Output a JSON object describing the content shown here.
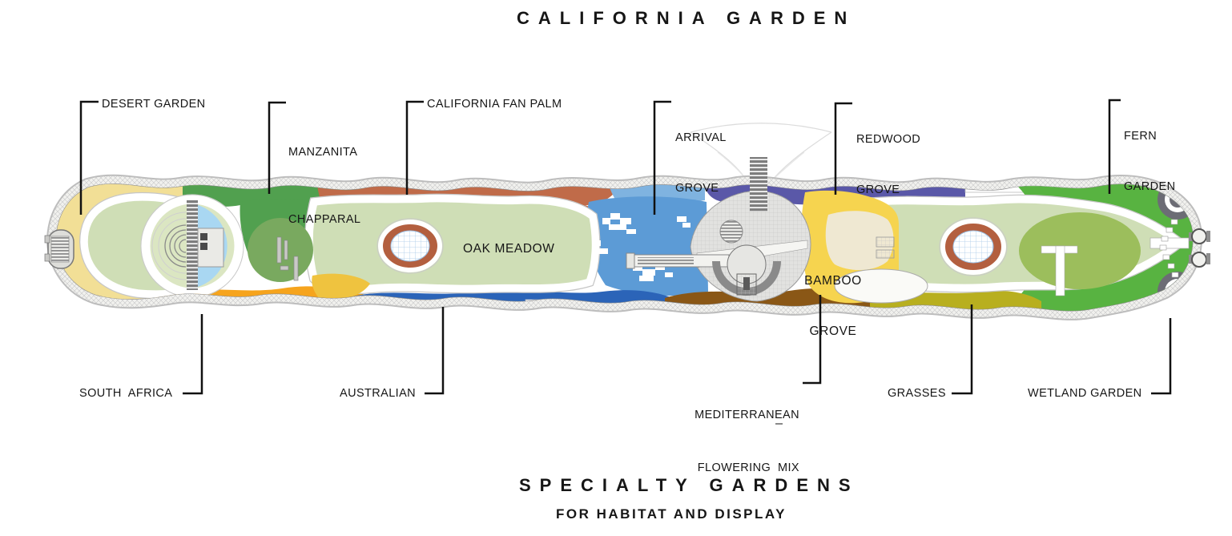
{
  "title": "CALIFORNIA GARDEN",
  "footer": {
    "title": "SPECIALTY GARDENS",
    "subtitle": "FOR HABITAT AND DISPLAY"
  },
  "plan_text": {
    "oak_meadow": "OAK MEADOW",
    "bamboo_grove": [
      "BAMBOO",
      "GROVE"
    ]
  },
  "callouts": {
    "top": [
      {
        "id": "desert-garden",
        "lines": [
          "DESERT GARDEN"
        ]
      },
      {
        "id": "manzanita-chapparal",
        "lines": [
          "MANZANITA",
          "CHAPPARAL"
        ]
      },
      {
        "id": "california-fan-palm",
        "lines": [
          "CALIFORNIA FAN PALM"
        ]
      },
      {
        "id": "arrival-grove",
        "lines": [
          "ARRIVAL",
          "GROVE"
        ]
      },
      {
        "id": "redwood-grove",
        "lines": [
          "REDWOOD",
          "GROVE"
        ]
      },
      {
        "id": "fern-garden",
        "lines": [
          "FERN",
          "GARDEN"
        ]
      }
    ],
    "bottom": [
      {
        "id": "south-africa",
        "lines": [
          "SOUTH  AFRICA"
        ]
      },
      {
        "id": "australian",
        "lines": [
          "AUSTRALIAN"
        ]
      },
      {
        "id": "mediterranean-flowering-mix",
        "lines": [
          "MEDITERRANEAN",
          "FLOWERING  MIX"
        ]
      },
      {
        "id": "grasses",
        "lines": [
          "GRASSES"
        ]
      },
      {
        "id": "wetland-garden",
        "lines": [
          "WETLAND GARDEN"
        ]
      }
    ]
  },
  "zone_colors": {
    "desert_garden": "#F2DF96",
    "manzanita_chapparal": "#51A04F",
    "california_fan_palm": "#C06B49",
    "arrival_grove": "#5C9BD6",
    "arrival_grove_light": "#7FB3E0",
    "redwood_grove": "#5A58A8",
    "fern_garden": "#D78FC5",
    "south_africa": "#F6A41D",
    "australian": "#2B64B8",
    "mediterranean_flowering_mix": "#8A5716",
    "grasses": "#B8AF1F",
    "wetland_garden": "#58B341",
    "oak_meadow": "#CFDEB6",
    "bamboo_grove": "#F6D44F"
  },
  "feature_colors": {
    "pool_blue": "#A9D7F2",
    "oval_green_left": "#79A95F",
    "oval_green_right": "#9CBE5C",
    "ring_terracotta": "#B35F3F",
    "bamboo_pale_center": "#EFE8D2",
    "pond_ring_gray": "#6C6C75",
    "leader_line": "#111111"
  }
}
